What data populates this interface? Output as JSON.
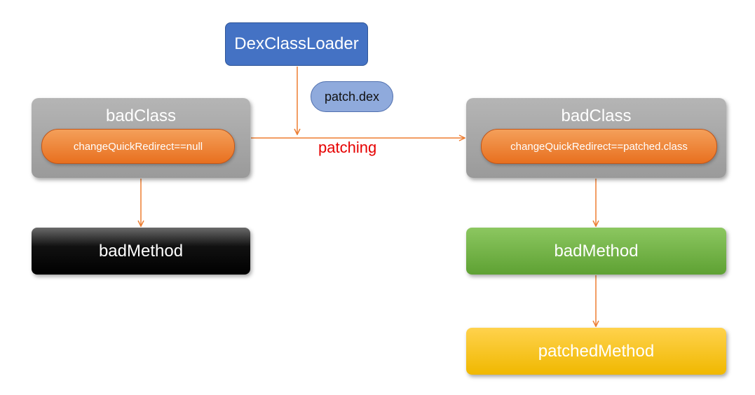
{
  "loader": {
    "label": "DexClassLoader"
  },
  "patch_file": {
    "label": "patch.dex"
  },
  "left": {
    "class_label": "badClass",
    "redirect_label": "changeQuickRedirect==null",
    "method_label": "badMethod"
  },
  "right": {
    "class_label": "badClass",
    "redirect_label": "changeQuickRedirect==patched.class",
    "method_label": "badMethod",
    "patched_method_label": "patchedMethod"
  },
  "edge_label": "patching",
  "colors": {
    "arrow": "#ed7d31",
    "loader": "#4472c4",
    "patch_file": "#8faadc",
    "redirect": "#ed7d31",
    "bad_method": "#000000",
    "good_method": "#70ad47",
    "patched_method": "#ffc000",
    "edge_label": "#e60000"
  }
}
